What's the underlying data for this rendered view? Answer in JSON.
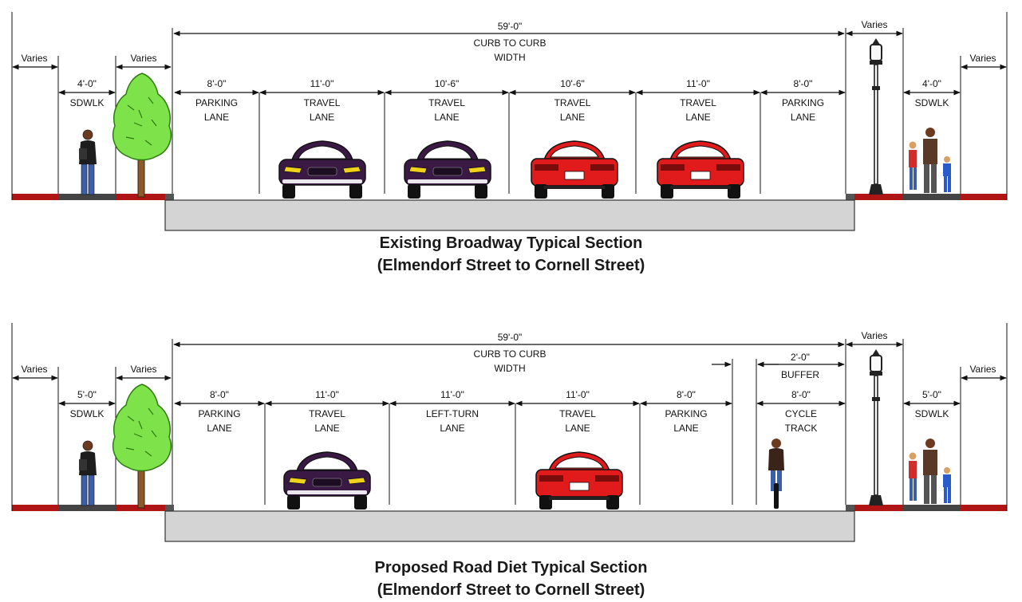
{
  "sections": [
    {
      "id": "existing",
      "title": "Existing Broadway Typical Section",
      "subtitle": "(Elmendorf Street to Cornell Street)",
      "total": {
        "dim": "59'-0\"",
        "label1": "CURB TO CURB",
        "label2": "WIDTH"
      },
      "left_varies": "Varies",
      "left_tree_varies": "Varies",
      "right_lamp_varies": "Varies",
      "right_varies": "Varies",
      "left_sidewalk": {
        "dim": "4'-0\"",
        "label": "SDWLK"
      },
      "right_sidewalk": {
        "dim": "4'-0\"",
        "label": "SDWLK"
      },
      "lanes": [
        {
          "dim": "8'-0\"",
          "line1": "PARKING",
          "line2": "LANE"
        },
        {
          "dim": "11'-0\"",
          "line1": "TRAVEL",
          "line2": "LANE"
        },
        {
          "dim": "10'-6\"",
          "line1": "TRAVEL",
          "line2": "LANE"
        },
        {
          "dim": "10'-6\"",
          "line1": "TRAVEL",
          "line2": "LANE"
        },
        {
          "dim": "11'-0\"",
          "line1": "TRAVEL",
          "line2": "LANE"
        },
        {
          "dim": "8'-0\"",
          "line1": "PARKING",
          "line2": "LANE"
        }
      ]
    },
    {
      "id": "proposed",
      "title": "Proposed Road Diet Typical Section",
      "subtitle": "(Elmendorf Street to Cornell Street)",
      "total": {
        "dim": "59'-0\"",
        "label1": "CURB TO CURB",
        "label2": "WIDTH"
      },
      "left_varies": "Varies",
      "left_tree_varies": "Varies",
      "right_lamp_varies": "Varies",
      "right_varies": "Varies",
      "left_sidewalk": {
        "dim": "5'-0\"",
        "label": "SDWLK"
      },
      "right_sidewalk": {
        "dim": "5'-0\"",
        "label": "SDWLK"
      },
      "buffer": {
        "dim": "2'-0\"",
        "label": "BUFFER"
      },
      "lanes": [
        {
          "dim": "8'-0\"",
          "line1": "PARKING",
          "line2": "LANE"
        },
        {
          "dim": "11'-0\"",
          "line1": "TRAVEL",
          "line2": "LANE"
        },
        {
          "dim": "11'-0\"",
          "line1": "LEFT-TURN",
          "line2": "LANE"
        },
        {
          "dim": "11'-0\"",
          "line1": "TRAVEL",
          "line2": "LANE"
        },
        {
          "dim": "8'-0\"",
          "line1": "PARKING",
          "line2": "LANE"
        },
        {
          "dim": "8'-0\"",
          "line1": "CYCLE",
          "line2": "TRACK"
        }
      ]
    }
  ],
  "colors": {
    "road": "#d4d4d4",
    "curb": "#555555",
    "red_strip": "#b01515",
    "sidewalk_strip": "#444444",
    "dark_car": "#3a1a45",
    "red_car": "#e11b1b",
    "tree_foliage": "#7ee24a",
    "tree_trunk": "#8a5a2b",
    "lamp": "#222222"
  }
}
